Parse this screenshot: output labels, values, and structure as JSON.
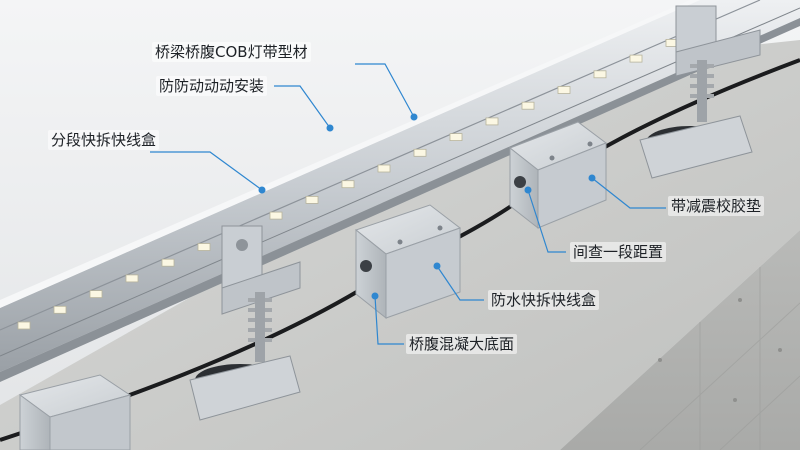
{
  "colors": {
    "leader_line": "#2f87d0",
    "leader_dot": "#2f87d0",
    "label_text": "#1d2126",
    "concrete": "#c7c8c6",
    "sky": "#f1f2f3",
    "rail": "#c9ced3",
    "box": "#d4d8dc",
    "rubber_pad": "#2c2f33",
    "spring": "#b5b8bb",
    "cable": "#1b1c1e",
    "led": "#fbf7e3"
  },
  "labels": {
    "led_profile": "桥梁桥腹COB灯带型材",
    "anti_loose_install": "防防动动动安装",
    "segment_junction_box": "分段快拆快线盒",
    "shock_pad": "带减震校胶垫",
    "interval_spacing": "间查一段距置",
    "waterproof_box": "防水快拆快线盒",
    "bridge_concrete_bottom": "桥腹混凝大底面"
  },
  "icons": [
    "leader-dot-icon"
  ]
}
